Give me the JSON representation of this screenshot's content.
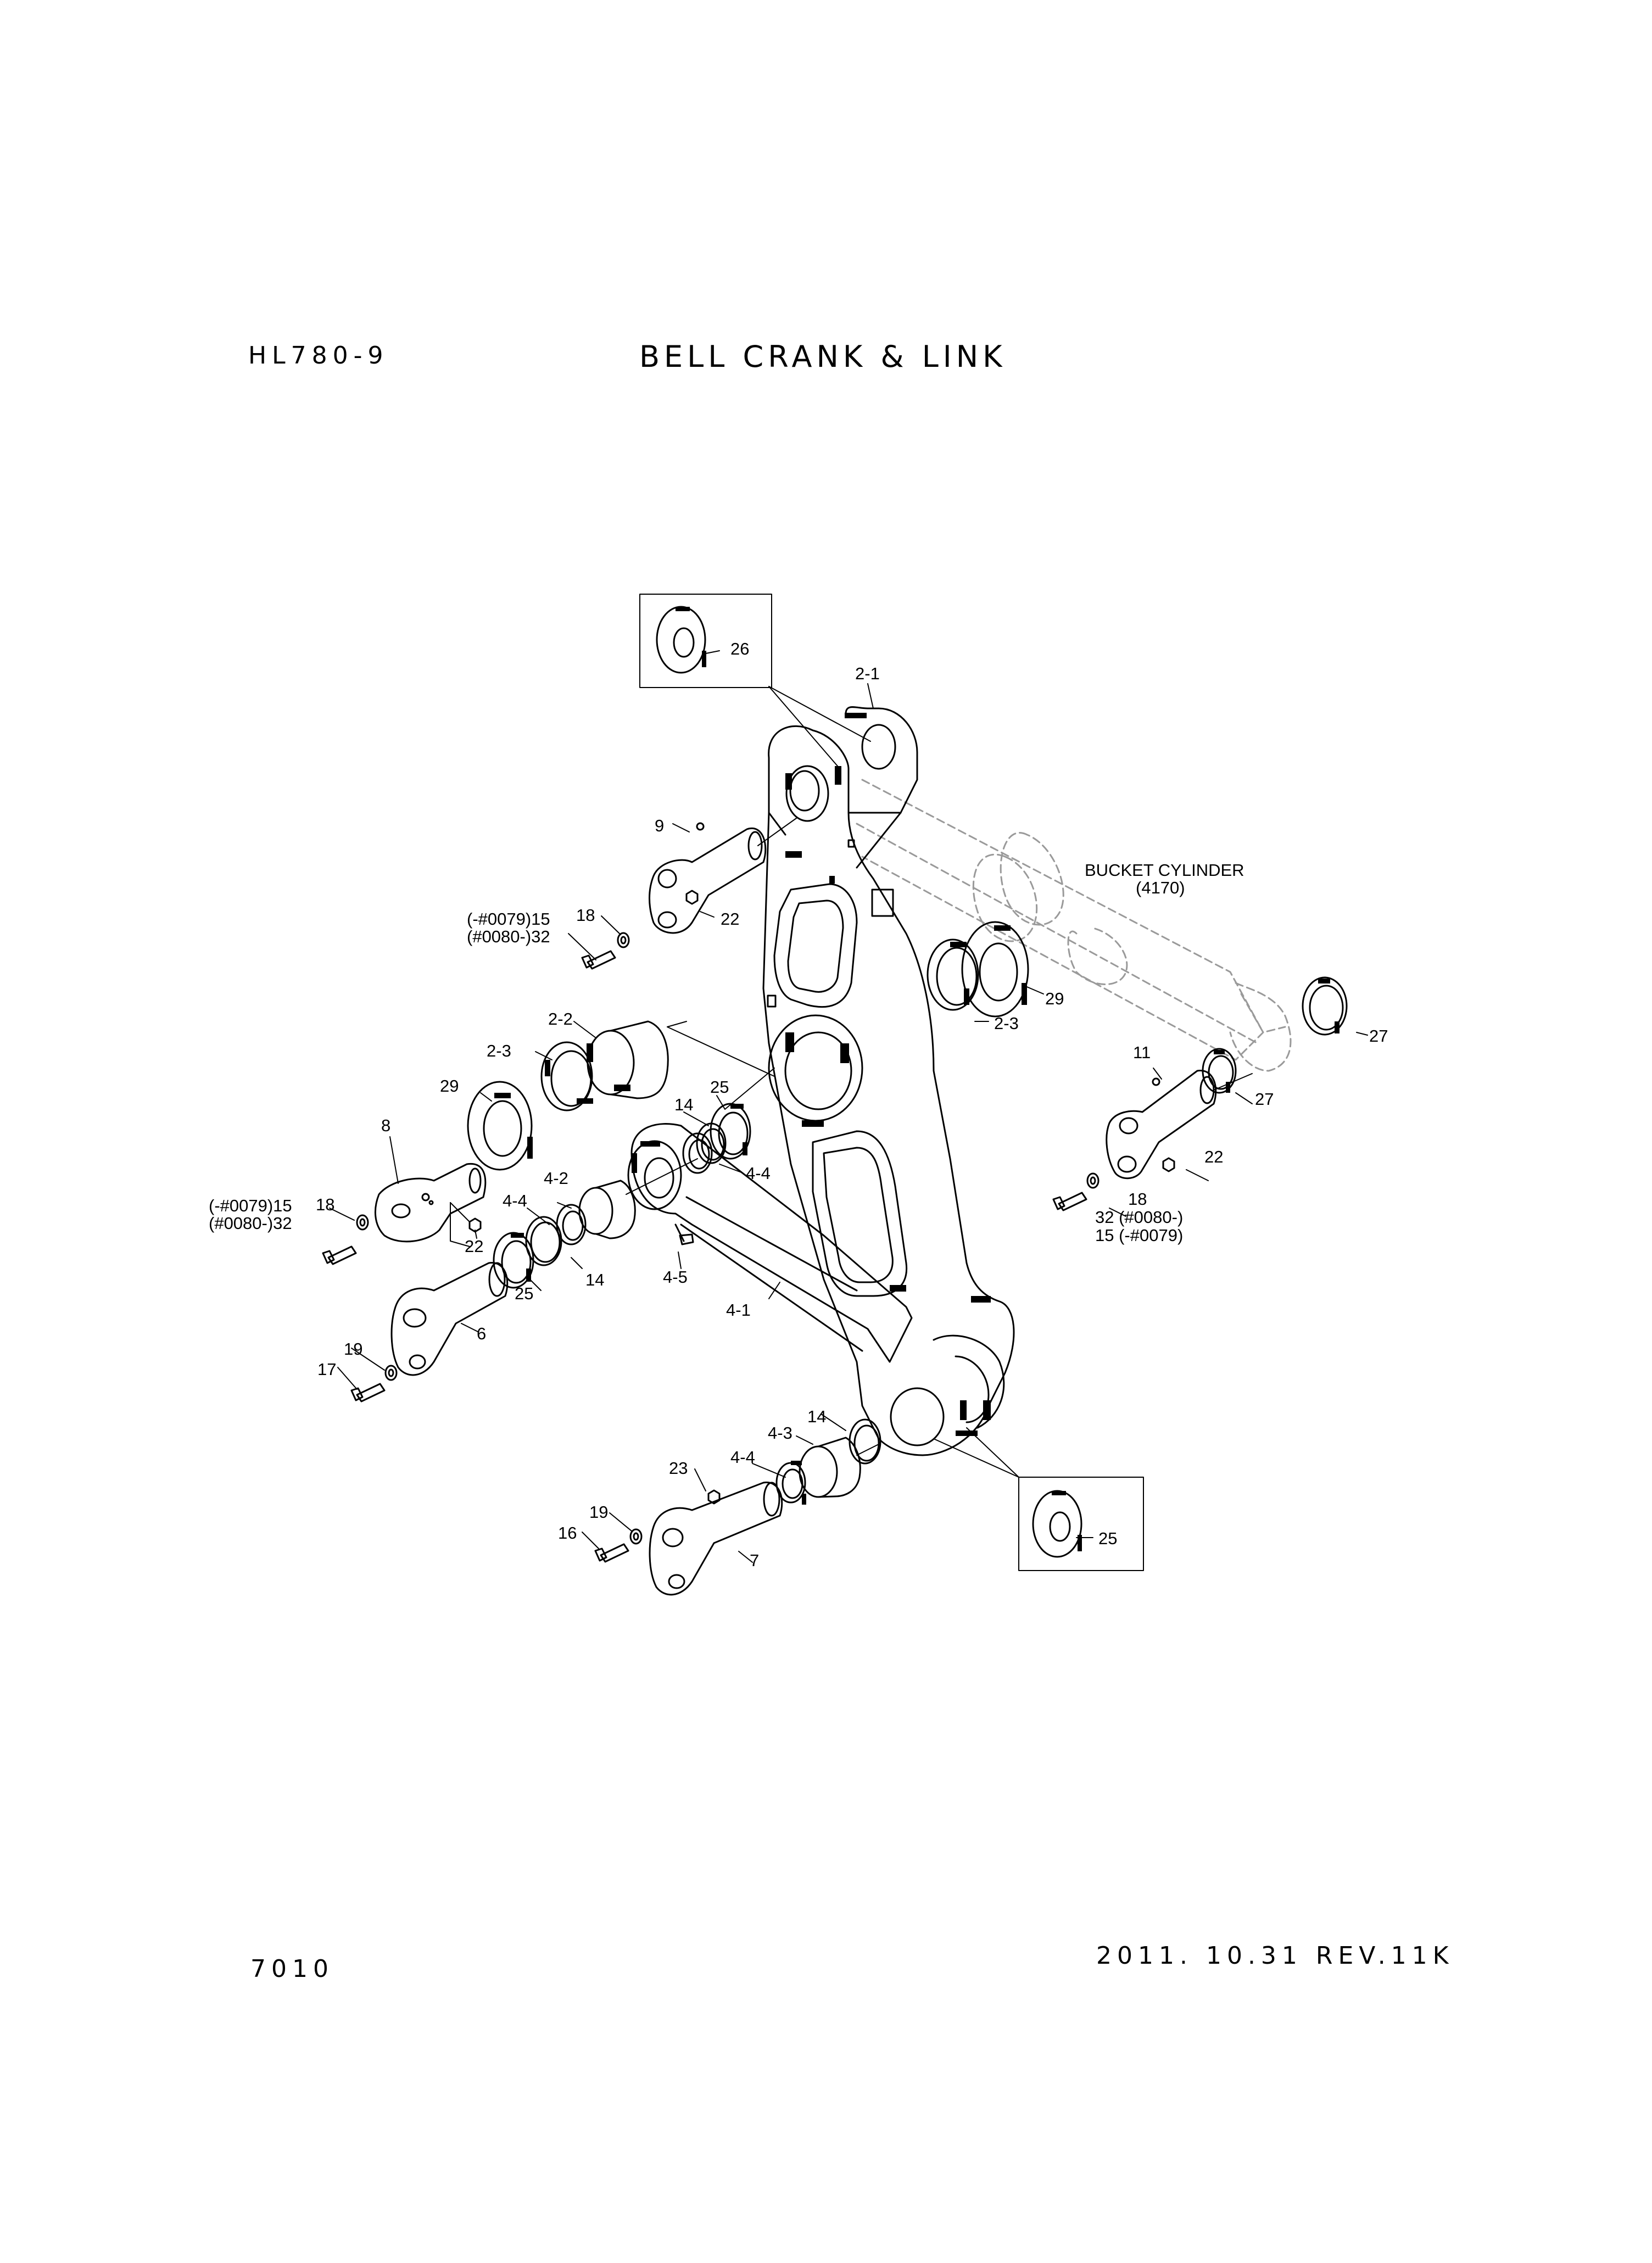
{
  "header": {
    "model": "HL780-9",
    "title": "BELL CRANK & LINK"
  },
  "footer": {
    "page_number": "7010",
    "revision": "2011. 10.31 REV.11K"
  },
  "phantom": {
    "bucket_cylinder_label": "BUCKET CYLINDER",
    "bucket_cylinder_ref": "(4170)"
  },
  "callouts": {
    "c26": "26",
    "c2_1": "2-1",
    "c9": "9",
    "c22a": "22",
    "c18a": "18",
    "c15a": "(-#0079)15",
    "c32a": "(#0080-)32",
    "c29a": "29",
    "c2_3a": "2-3",
    "c2_2": "2-2",
    "c2_3b": "2-3",
    "c29b": "29",
    "c8": "8",
    "c14a": "14",
    "c25a": "25",
    "c4_4a": "4-4",
    "c4_2": "4-2",
    "c4_4b": "4-4",
    "c18b": "18",
    "c15b": "(-#0079)15",
    "c32b": "(#0080-)32",
    "c22b": "22",
    "c25b": "25",
    "c14b": "14",
    "c4_5": "4-5",
    "c4_1": "4-1",
    "c6": "6",
    "c19a": "19",
    "c17": "17",
    "c11": "11",
    "c27a": "27",
    "c27b": "27",
    "c22c": "22",
    "c18c": "18",
    "c32c": "32 (#0080-)",
    "c15c": "15 (-#0079)",
    "c14c": "14",
    "c4_3": "4-3",
    "c4_4c": "4-4",
    "c23": "23",
    "c19b": "19",
    "c16": "16",
    "c7": "7",
    "c25c": "25"
  }
}
